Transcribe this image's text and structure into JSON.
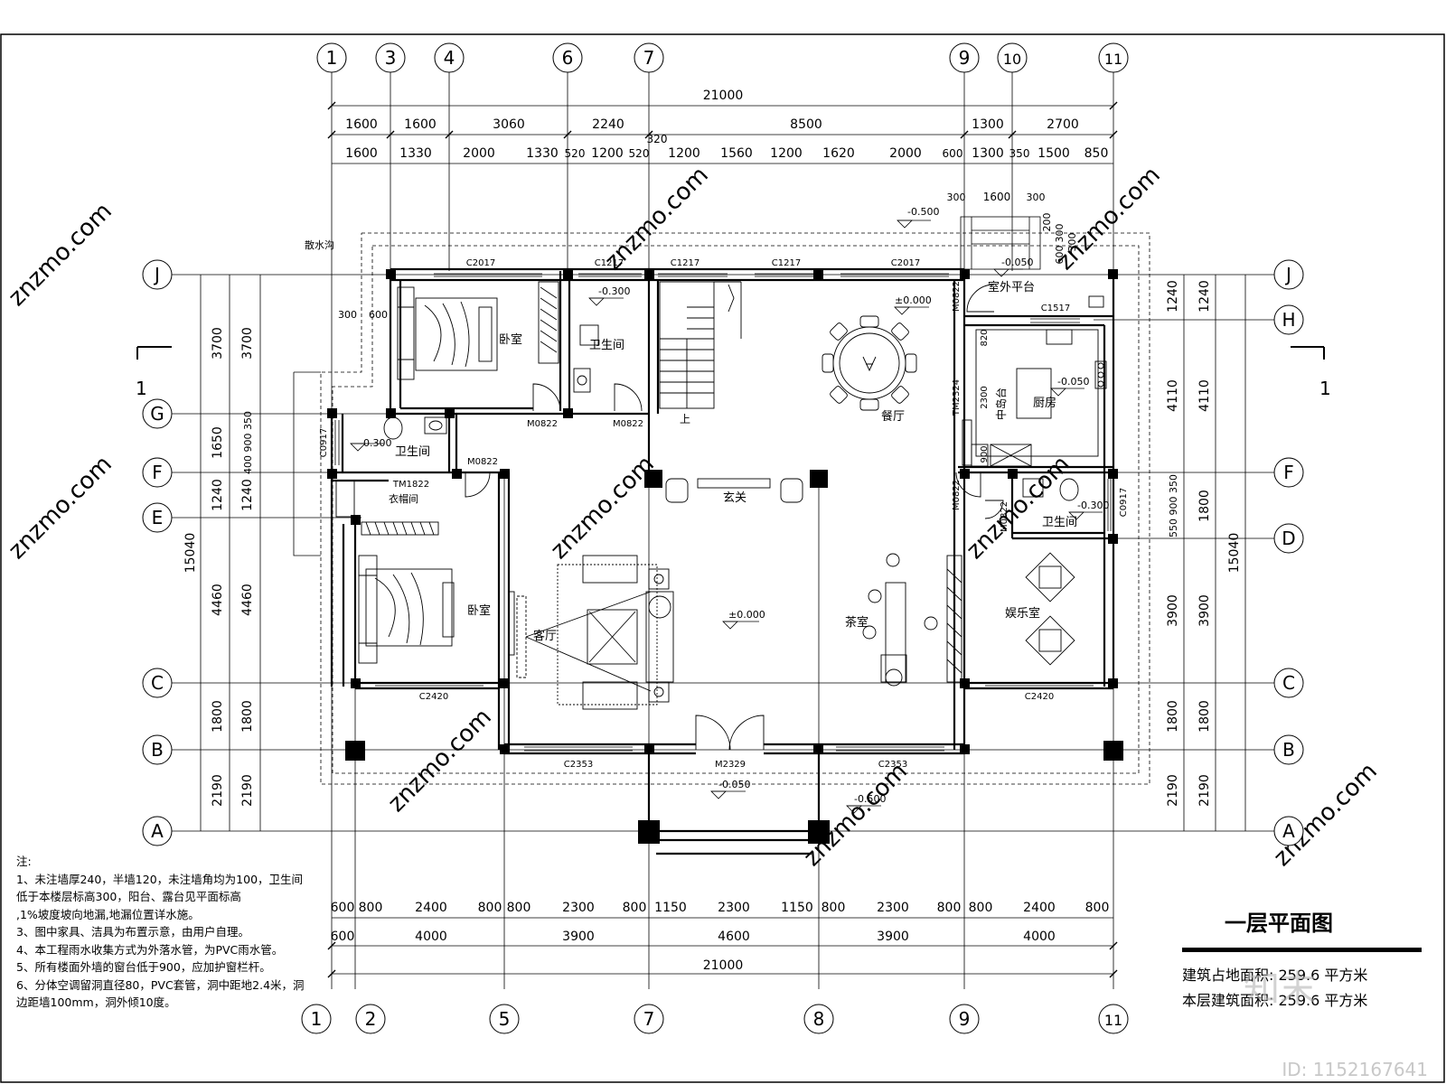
{
  "drawing": {
    "title": "一层平面图",
    "area_footprint": "建筑占地面积: 259.6 平方米",
    "area_floor": "本层建筑面积: 259.6 平方米",
    "id": "ID: 1152167641",
    "watermark": "知末",
    "watermark_url": "znzmo.com",
    "section_mark": "1"
  },
  "notes": {
    "heading": "注:",
    "items": [
      "1、未注墙厚240，半墙120，未注墙角均为100，卫生间低于本楼层标高300，阳台、露台见平面标高",
      ",1%坡度坡向地漏,地漏位置详水施。",
      "3、图中家具、洁具为布置示意，由用户自理。",
      "4、本工程雨水收集方式为外落水管，为PVC雨水管。",
      "5、所有楼面外墙的窗台低于900，应加护窗栏杆。",
      "6、分体空调留洞直径80，PVC套管，洞中距地2.4米，洞边距墙100mm，洞外倾10度。"
    ]
  },
  "grid": {
    "top_axes": [
      "1",
      "3",
      "4",
      "6",
      "7",
      "9",
      "10",
      "11"
    ],
    "bottom_axes": [
      "1",
      "2",
      "5",
      "7",
      "8",
      "9",
      "11"
    ],
    "left_axes": [
      "J",
      "G",
      "F",
      "E",
      "C",
      "B",
      "A"
    ],
    "right_axes": [
      "J",
      "H",
      "F",
      "D",
      "C",
      "B",
      "A"
    ]
  },
  "dims": {
    "top_total": "21000",
    "top_row2": [
      "1600",
      "1600",
      "3060",
      "2240",
      "8500",
      "1300",
      "2700"
    ],
    "top_row3": [
      "1600",
      "1330",
      "2000",
      "1330",
      "520",
      "1200",
      "520",
      "1200",
      "1560",
      "1200",
      "1620",
      "2000",
      "600",
      "1300",
      "350",
      "1500",
      "850"
    ],
    "top_extra": "320",
    "platform": [
      "300",
      "1600",
      "300"
    ],
    "platform_v": [
      "200",
      "300",
      "300",
      "600"
    ],
    "bottom_row1": [
      "600",
      "800",
      "2400",
      "800",
      "800",
      "2300",
      "800",
      "1150",
      "2300",
      "1150",
      "800",
      "2300",
      "800",
      "800",
      "2400",
      "800"
    ],
    "bottom_row2": [
      "600",
      "4000",
      "3900",
      "4600",
      "3900",
      "4000"
    ],
    "bottom_total": "21000",
    "left_total": "15040",
    "left_row1": [
      "3700",
      "1650",
      "1240",
      "4460",
      "1800",
      "2190"
    ],
    "left_row2": [
      "3700",
      "400 900 350",
      "1240",
      "4460",
      "1800",
      "2190"
    ],
    "right_total": "15040",
    "right_row1": [
      "1240",
      "4110",
      "550 900 350",
      "3900",
      "1800",
      "2190"
    ],
    "right_row2": [
      "1240",
      "4110",
      "1800",
      "3900",
      "1800",
      "2190"
    ],
    "small_dims": [
      "300",
      "600",
      "820",
      "2300",
      "900"
    ]
  },
  "rooms": {
    "bedroom_top": "卧室",
    "bath_top": "卫生间",
    "bath_left": "卫生间",
    "closet": "衣帽间",
    "bedroom_left": "卧室",
    "living": "客厅",
    "foyer": "玄关",
    "dining": "餐厅",
    "kitchen": "厨房",
    "island": "中岛台",
    "outdoor_platform": "室外平台",
    "tea_room": "茶室",
    "bath_right": "卫生间",
    "entertainment": "娱乐室",
    "drain": "散水沟",
    "stairs_up": "上"
  },
  "labels": {
    "windows": [
      "C2017",
      "C1217",
      "C1217",
      "C1217",
      "C2017",
      "C1517",
      "C0917",
      "C0917",
      "C2420",
      "C2420",
      "C2353",
      "C2353"
    ],
    "doors": [
      "M0822",
      "M0822",
      "M0822",
      "M0822",
      "M0822",
      "M0822",
      "TM1822",
      "TM2324",
      "M2329"
    ],
    "levels": [
      "-0.500",
      "-0.050",
      "-0.300",
      "±0.000",
      "-0.050",
      "-0.300",
      "-0.300",
      "±0.000",
      "-0.050",
      "-0.500"
    ]
  }
}
